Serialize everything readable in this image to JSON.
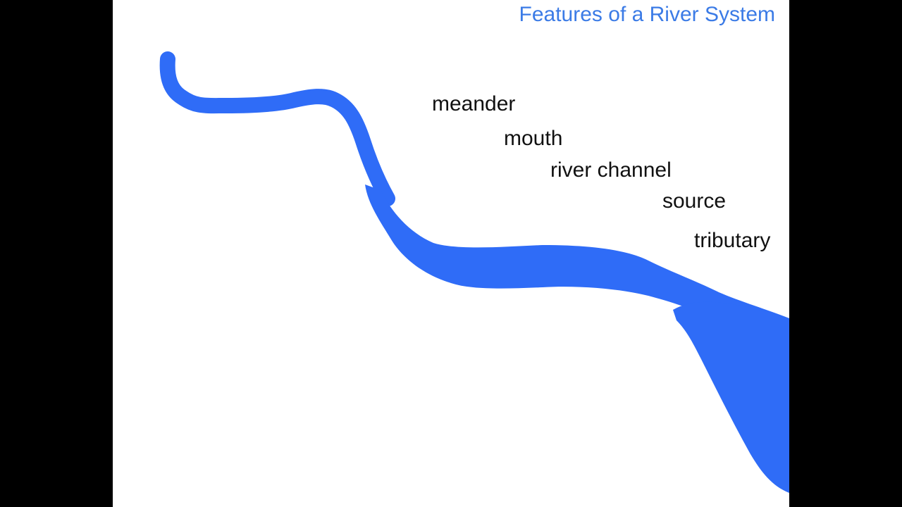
{
  "title": "Features of a River System",
  "labels": [
    "meander",
    "mouth",
    "river channel",
    "source",
    "tributary"
  ],
  "colors": {
    "river": "#2f6cf7",
    "title": "#3b7be6",
    "background": "#ffffff",
    "letterbox": "#000000"
  }
}
